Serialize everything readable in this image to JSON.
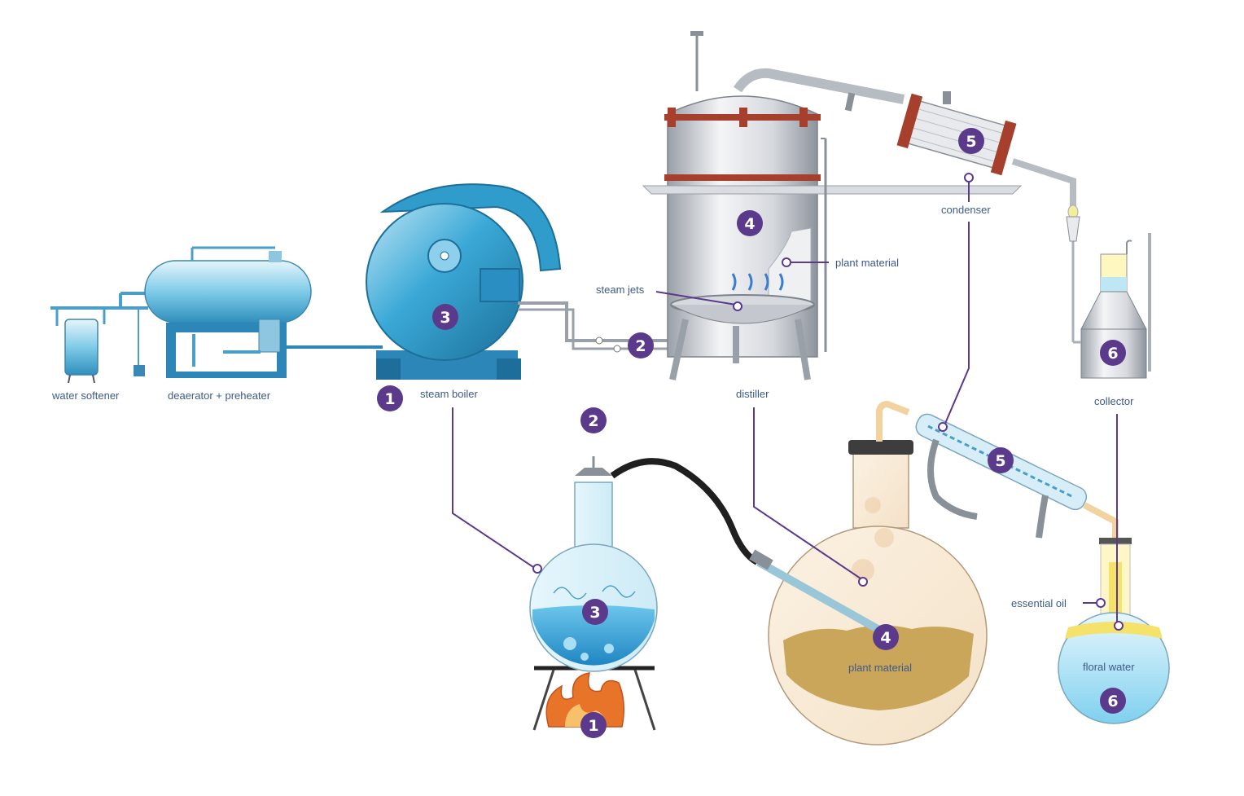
{
  "labels": {
    "water_softener": "water softener",
    "deaerator": "deaerator + preheater",
    "steam_boiler": "steam boiler",
    "steam_jets": "steam jets",
    "distiller": "distiller",
    "plant_material_top": "plant material",
    "condenser": "condenser",
    "collector": "collector",
    "essential_oil": "essential oil",
    "plant_material_lab": "plant material",
    "floral_water": "floral water"
  },
  "badges": {
    "b1": "1",
    "b2": "2",
    "b3": "3",
    "b4": "4",
    "b5": "5",
    "b6": "6"
  },
  "colors": {
    "badge": "#5b3a8c",
    "label": "#3d5a8a",
    "boiler_blue": "#2f9ccc",
    "steel": "#c9cdd3",
    "rust": "#a6402c",
    "plant": "#c9a65a",
    "flame": "#e8742a"
  }
}
